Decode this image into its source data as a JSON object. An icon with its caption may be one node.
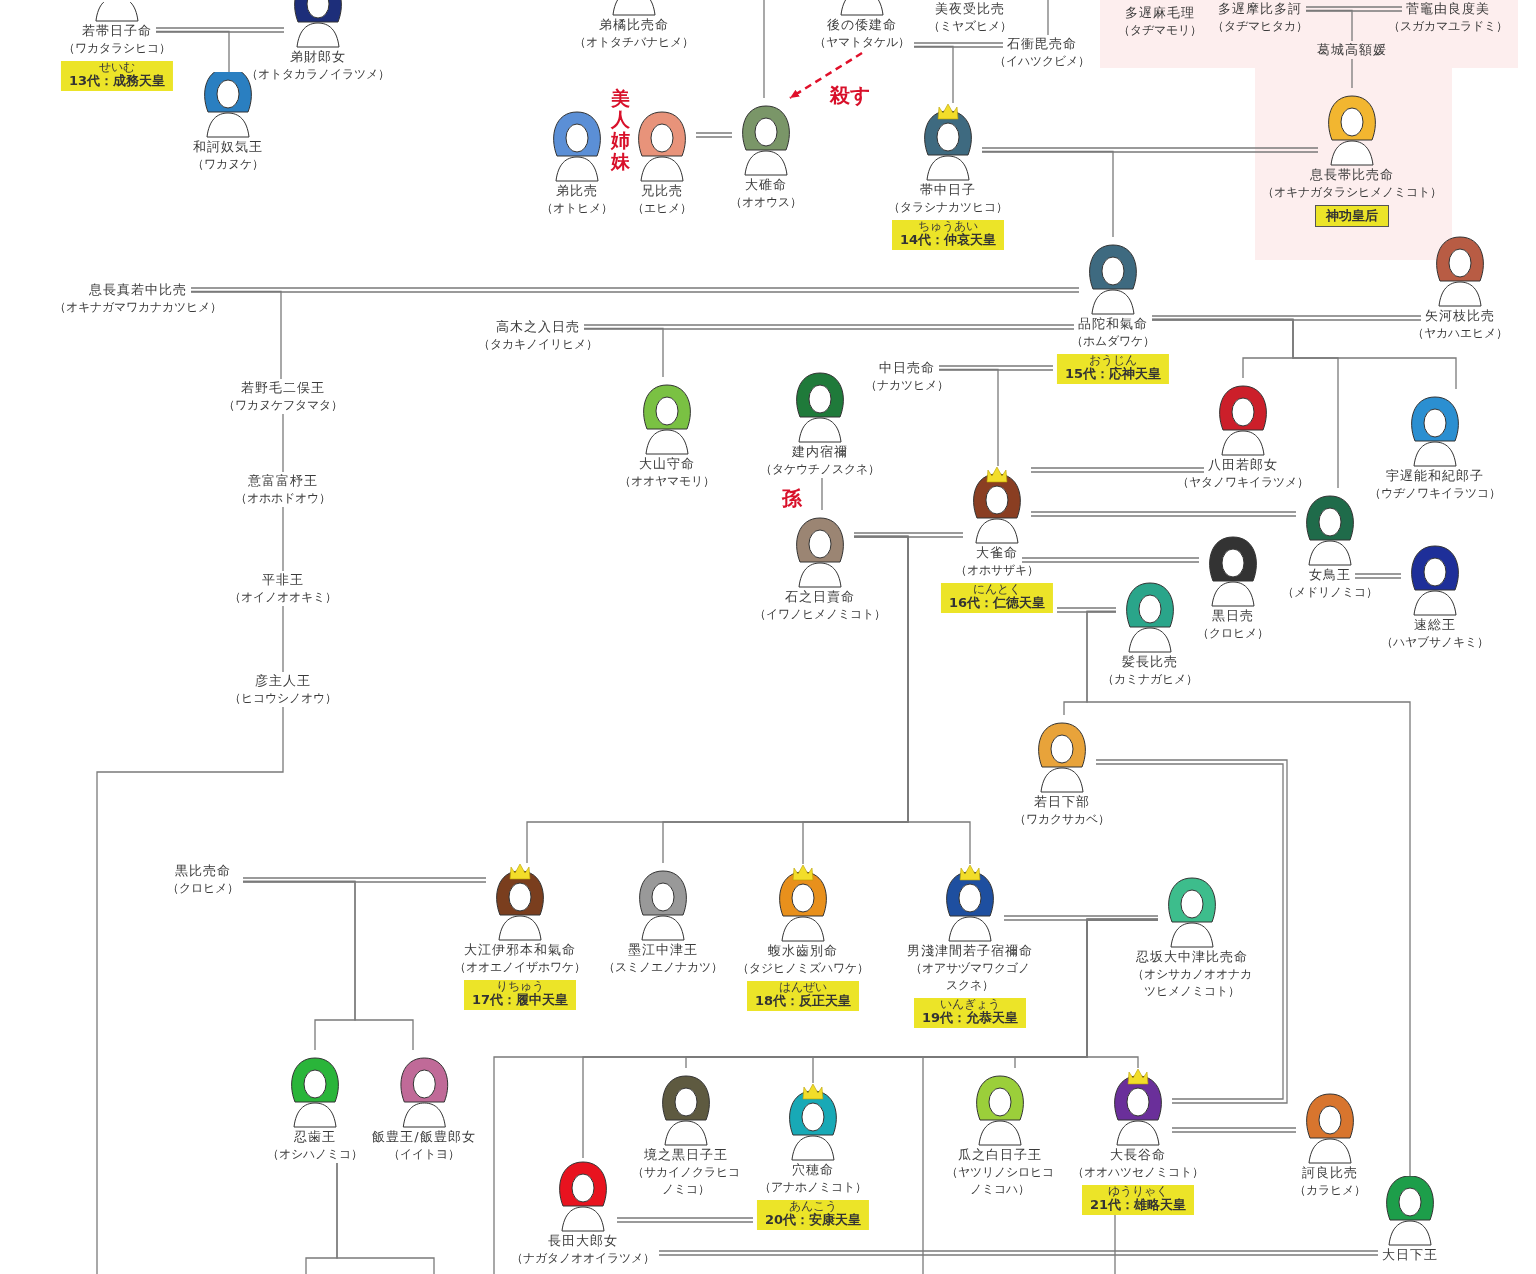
{
  "diagram": {
    "nodes": [
      {
        "text": [
          "若帯日子命",
          "（ワカタラシヒコ）",
          "せいむ",
          "13代：成務天皇"
        ]
      },
      {
        "text": [
          "弟財郎女",
          "（オトタカラノイラツメ）"
        ]
      },
      {
        "text": [
          "和訶奴気王",
          "（ワカヌケ）"
        ]
      },
      {
        "text": [
          "弟橘比売命",
          "（オトタチバナヒメ）"
        ]
      },
      {
        "text": [
          "後の倭建命",
          "（ヤマトタケル）"
        ]
      },
      {
        "text": [
          "美夜受比売",
          "（ミヤズヒメ）"
        ]
      },
      {
        "text": [
          "石衝毘売命",
          "（イハツクビメ）"
        ]
      },
      {
        "text": [
          "弟比売",
          "（オトヒメ）"
        ]
      },
      {
        "text": [
          "兄比売",
          "（エヒメ）"
        ]
      },
      {
        "text": [
          "大碓命",
          "（オオウス）"
        ]
      },
      {
        "text": [
          "帯中日子",
          "（タラシナカツヒコ）",
          "ちゅうあい",
          "14代：仲哀天皇"
        ]
      },
      {
        "text": [
          "多遅麻毛理",
          "（タヂマモリ）"
        ]
      },
      {
        "text": [
          "多遅摩比多訶",
          "（タヂマヒタカ）"
        ]
      },
      {
        "text": [
          "菅竈由良度美",
          "（スガカマユラドミ）"
        ]
      },
      {
        "text": [
          "葛城高額媛"
        ]
      },
      {
        "text": [
          "息長帯比売命",
          "（オキナガタラシヒメノミコト）",
          "神功皇后"
        ]
      },
      {
        "text": [
          "品陀和氣命",
          "（ホムダワケ）",
          "おうじん",
          "15代：応神天皇"
        ]
      },
      {
        "text": [
          "矢河枝比売",
          "（ヤカハエヒメ）"
        ]
      },
      {
        "text": [
          "八田若郎女",
          "（ヤタノワキイラツメ）"
        ]
      },
      {
        "text": [
          "宇遅能和紀郎子",
          "（ウヂノワキイラツコ）"
        ]
      },
      {
        "text": [
          "女鳥王",
          "（メドリノミコ）"
        ]
      },
      {
        "text": [
          "速総王",
          "（ハヤブサノキミ）"
        ]
      },
      {
        "text": [
          "息長真若中比売",
          "（オキナガマワカナカツヒメ）"
        ]
      },
      {
        "text": [
          "若野毛二俣王",
          "（ワカヌケフタマタ）"
        ]
      },
      {
        "text": [
          "意富富杼王",
          "（オホホドオウ）"
        ]
      },
      {
        "text": [
          "平非王",
          "（オイノオオキミ）"
        ]
      },
      {
        "text": [
          "彦主人王",
          "（ヒコウシノオウ）"
        ]
      },
      {
        "text": [
          "高木之入日売",
          "（タカキノイリヒメ）"
        ]
      },
      {
        "text": [
          "大山守命",
          "（オオヤマモリ）"
        ]
      },
      {
        "text": [
          "建内宿禰",
          "（タケウチノスクネ）"
        ]
      },
      {
        "text": [
          "石之日賣命",
          "（イワノヒメノミコト）"
        ]
      },
      {
        "text": [
          "中日売命",
          "（ナカツヒメ）"
        ]
      },
      {
        "text": [
          "大雀命",
          "（オホサザキ）",
          "にんとく",
          "16代：仁徳天皇"
        ]
      },
      {
        "text": [
          "黒日売",
          "（クロヒメ）"
        ]
      },
      {
        "text": [
          "髪長比売",
          "（カミナガヒメ）"
        ]
      },
      {
        "text": [
          "若日下部",
          "（ワカクサカベ）"
        ]
      },
      {
        "text": [
          "黒比売命",
          "（クロヒメ）"
        ]
      },
      {
        "text": [
          "大江伊邪本和氣命",
          "（オオエノイザホワケ）",
          "りちゅう",
          "17代：履中天皇"
        ]
      },
      {
        "text": [
          "墨江中津王",
          "（スミノエノナカツ）"
        ]
      },
      {
        "text": [
          "蝮水齒別命",
          "（タジヒノミズハワケ）",
          "はんぜい",
          "18代：反正天皇"
        ]
      },
      {
        "text": [
          "男淺津間若子宿禰命",
          "（オアサヅマワクゴノスクネ）",
          "いんぎょう",
          "19代：允恭天皇"
        ]
      },
      {
        "text": [
          "忍坂大中津比売命",
          "（オシサカノオオナカツヒメノミコト）"
        ]
      },
      {
        "text": [
          "忍歯王",
          "（オシハノミコ）"
        ]
      },
      {
        "text": [
          "飯豊王/飯豊郎女",
          "（イイトヨ）"
        ]
      },
      {
        "text": [
          "長田大郎女",
          "（ナガタノオオイラツメ）"
        ]
      },
      {
        "text": [
          "境之黒日子王",
          "（サカイノクラヒコノミコ）"
        ]
      },
      {
        "text": [
          "穴穂命",
          "（アナホノミコト）",
          "あんこう",
          "20代：安康天皇"
        ]
      },
      {
        "text": [
          "瓜之白日子王",
          "（ヤツリノシロヒコノミコハ）"
        ]
      },
      {
        "text": [
          "大長谷命",
          "（オオハツセノミコト）",
          "ゆうりゃく",
          "21代：雄略天皇"
        ]
      },
      {
        "text": [
          "訶良比売",
          "（カラヒメ）"
        ]
      },
      {
        "text": [
          "大日下王"
        ]
      }
    ],
    "edges": [
      {
        "from": 0,
        "to": 1,
        "arrow": "none"
      },
      {
        "from": 0,
        "to": 2,
        "arrow": "none"
      },
      {
        "from": null,
        "to": 9,
        "arrow": "none"
      },
      {
        "from": null,
        "to": 6,
        "arrow": "none"
      },
      {
        "from": 4,
        "to": 6,
        "arrow": "none"
      },
      {
        "from": 4,
        "to": 10,
        "arrow": "none"
      },
      {
        "from": 4,
        "to": 9,
        "arrow": "to",
        "label": "殺す",
        "style": "dashed",
        "color": "#e0102a"
      },
      {
        "from": 8,
        "to": 9,
        "arrow": "none"
      },
      {
        "from": 12,
        "to": 13,
        "arrow": "none"
      },
      {
        "from": 12,
        "to": 14,
        "arrow": "none"
      },
      {
        "from": 14,
        "to": 15,
        "arrow": "none"
      },
      {
        "from": 10,
        "to": 15,
        "arrow": "none"
      },
      {
        "from": 10,
        "to": 16,
        "arrow": "none"
      },
      {
        "from": 16,
        "to": 17,
        "arrow": "none"
      },
      {
        "from": 16,
        "to": 18,
        "arrow": "none"
      },
      {
        "from": 16,
        "to": 19,
        "arrow": "none"
      },
      {
        "from": 16,
        "to": 20,
        "arrow": "none"
      },
      {
        "from": 20,
        "to": 21,
        "arrow": "none"
      },
      {
        "from": 22,
        "to": 16,
        "arrow": "none"
      },
      {
        "from": 22,
        "to": 23,
        "arrow": "none"
      },
      {
        "from": 23,
        "to": 24,
        "arrow": "none"
      },
      {
        "from": 24,
        "to": 25,
        "arrow": "none"
      },
      {
        "from": 25,
        "to": 26,
        "arrow": "none"
      },
      {
        "from": 26,
        "to": null,
        "arrow": "none"
      },
      {
        "from": 27,
        "to": 16,
        "arrow": "none"
      },
      {
        "from": 27,
        "to": 28,
        "arrow": "none"
      },
      {
        "from": 29,
        "to": 30,
        "arrow": "none",
        "label": "孫"
      },
      {
        "from": 31,
        "to": 16,
        "arrow": "none"
      },
      {
        "from": 31,
        "to": 32,
        "arrow": "none"
      },
      {
        "from": 32,
        "to": 18,
        "arrow": "none"
      },
      {
        "from": 32,
        "to": 20,
        "arrow": "none"
      },
      {
        "from": 32,
        "to": 33,
        "arrow": "none"
      },
      {
        "from": 32,
        "to": 34,
        "arrow": "none"
      },
      {
        "from": 34,
        "to": 35,
        "arrow": "none"
      },
      {
        "from": 34,
        "to": 50,
        "arrow": "none"
      },
      {
        "from": 30,
        "to": 32,
        "arrow": "none"
      },
      {
        "from": 30,
        "to": 37,
        "arrow": "none"
      },
      {
        "from": 30,
        "to": 38,
        "arrow": "none"
      },
      {
        "from": 30,
        "to": 39,
        "arrow": "none"
      },
      {
        "from": 30,
        "to": 40,
        "arrow": "none"
      },
      {
        "from": 36,
        "to": 37,
        "arrow": "none"
      },
      {
        "from": 36,
        "to": 42,
        "arrow": "none"
      },
      {
        "from": 36,
        "to": 43,
        "arrow": "none"
      },
      {
        "from": 40,
        "to": 41,
        "arrow": "none"
      },
      {
        "from": 41,
        "to": 44,
        "arrow": "none"
      },
      {
        "from": 41,
        "to": 45,
        "arrow": "none"
      },
      {
        "from": 41,
        "to": 46,
        "arrow": "none"
      },
      {
        "from": 41,
        "to": 47,
        "arrow": "none"
      },
      {
        "from": 41,
        "to": 48,
        "arrow": "none"
      },
      {
        "from": 41,
        "to": null,
        "arrow": "none"
      },
      {
        "from": 41,
        "to": null,
        "arrow": "none"
      },
      {
        "from": 42,
        "to": null,
        "arrow": "none"
      },
      {
        "from": 42,
        "to": null,
        "arrow": "none"
      },
      {
        "from": 44,
        "to": 46,
        "arrow": "none"
      },
      {
        "from": 48,
        "to": 49,
        "arrow": "none"
      },
      {
        "from": 35,
        "to": 48,
        "arrow": "none"
      },
      {
        "from": 44,
        "to": 50,
        "arrow": "none"
      },
      {
        "from": 48,
        "to": null,
        "arrow": "none"
      }
    ],
    "labels": [
      "美人姉妹"
    ]
  }
}
